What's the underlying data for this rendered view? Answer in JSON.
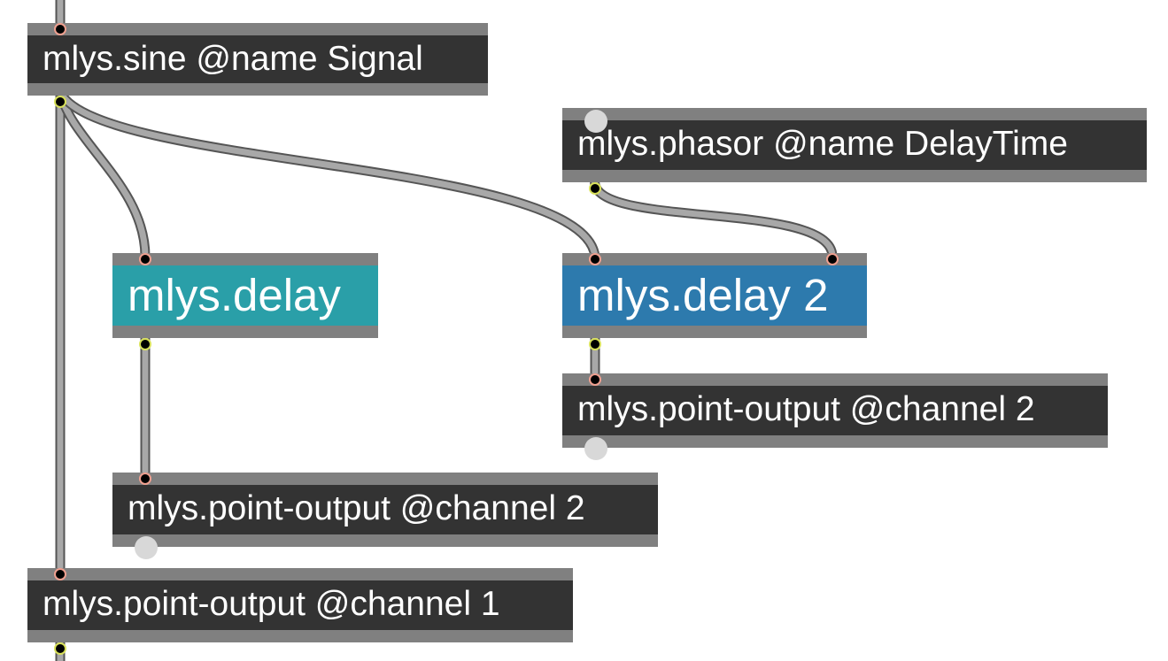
{
  "patch": {
    "objects": [
      {
        "id": "sine",
        "text": "mlys.sine @name Signal"
      },
      {
        "id": "phasor",
        "text": "mlys.phasor @name DelayTime"
      },
      {
        "id": "delay1",
        "text": "mlys.delay",
        "fill": "#2a9fa8"
      },
      {
        "id": "delay2",
        "text": "mlys.delay 2",
        "fill": "#2d7aad"
      },
      {
        "id": "out_right",
        "text": "mlys.point-output @channel 2"
      },
      {
        "id": "out_mid",
        "text": "mlys.point-output @channel 2"
      },
      {
        "id": "out_left",
        "text": "mlys.point-output @channel 1"
      }
    ]
  },
  "colors": {
    "object_body": "#333333",
    "object_border": "#808080",
    "object_text": "#ffffff",
    "inlet_ring": "#f0a090",
    "outlet_ring": "#d8e05a",
    "cord": "#a8a8a8",
    "unused_port": "#d8d8d8"
  }
}
